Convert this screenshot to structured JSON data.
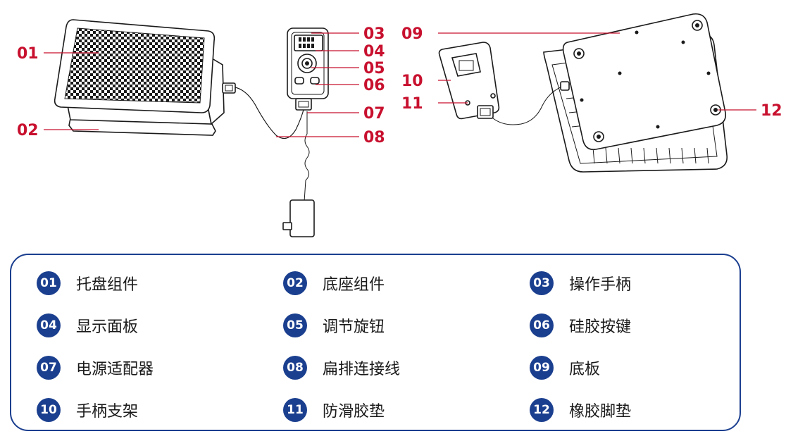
{
  "callouts": [
    {
      "num": "01",
      "label": "托盘组件"
    },
    {
      "num": "02",
      "label": "底座组件"
    },
    {
      "num": "03",
      "label": "操作手柄"
    },
    {
      "num": "04",
      "label": "显示面板"
    },
    {
      "num": "05",
      "label": "调节旋钮"
    },
    {
      "num": "06",
      "label": "硅胶按键"
    },
    {
      "num": "07",
      "label": "电源适配器"
    },
    {
      "num": "08",
      "label": "扁排连接线"
    },
    {
      "num": "09",
      "label": "底板"
    },
    {
      "num": "10",
      "label": "手柄支架"
    },
    {
      "num": "11",
      "label": "防滑胶垫"
    },
    {
      "num": "12",
      "label": "橡胶脚垫"
    }
  ],
  "colors": {
    "callout": "#c8102e",
    "badge": "#1b3f8f",
    "border": "#1b3f8f",
    "line": "#1a1a1a"
  }
}
